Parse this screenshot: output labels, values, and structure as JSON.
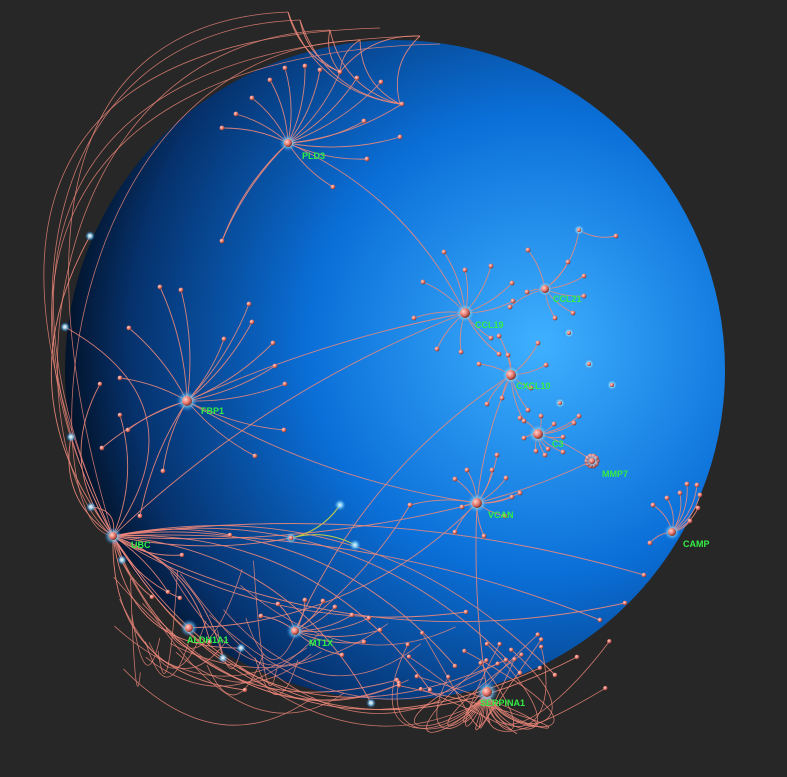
{
  "view": {
    "background_color": "#272727",
    "sphere_highlight_color": "#3fb0ff",
    "sphere_mid_color": "#0a6fd8",
    "sphere_shadow_color": "#000000",
    "edge_color": "#f0887a",
    "edge_highlight_color": "#d9d93a",
    "node_color": "#e8776c",
    "halo_color": "#7fd8ff",
    "label_color": "#33ee44"
  },
  "hubs": [
    {
      "id": "PLD3",
      "label": "PLD3"
    },
    {
      "id": "CCL19",
      "label": "CCL19"
    },
    {
      "id": "CCL21",
      "label": "CCL21"
    },
    {
      "id": "CXCL10",
      "label": "CXCL10"
    },
    {
      "id": "FBP1",
      "label": "FBP1"
    },
    {
      "id": "C3",
      "label": "C3"
    },
    {
      "id": "MMP7",
      "label": "MMP7"
    },
    {
      "id": "VCAN",
      "label": "VCAN"
    },
    {
      "id": "CAMP",
      "label": "CAMP"
    },
    {
      "id": "UBC",
      "label": "UBC"
    },
    {
      "id": "ALDH1A1",
      "label": "ALDH1A1"
    },
    {
      "id": "MT1X",
      "label": "MT1X"
    },
    {
      "id": "SERPINA1",
      "label": "SERPINA1"
    }
  ]
}
